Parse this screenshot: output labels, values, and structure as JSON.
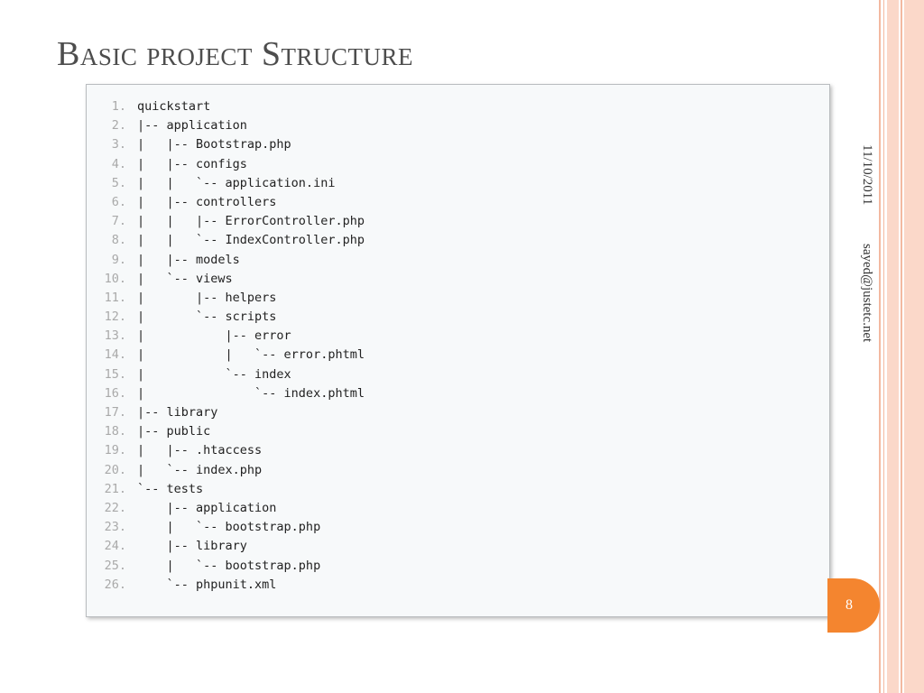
{
  "slide": {
    "title": "Basic project Structure",
    "date": "11/10/2011",
    "email": "sayed@justetc.net",
    "page_number": "8"
  },
  "code": {
    "lines": [
      {
        "num": "1.",
        "text": "quickstart"
      },
      {
        "num": "2.",
        "text": "|-- application"
      },
      {
        "num": "3.",
        "text": "|   |-- Bootstrap.php"
      },
      {
        "num": "4.",
        "text": "|   |-- configs"
      },
      {
        "num": "5.",
        "text": "|   |   `-- application.ini"
      },
      {
        "num": "6.",
        "text": "|   |-- controllers"
      },
      {
        "num": "7.",
        "text": "|   |   |-- ErrorController.php"
      },
      {
        "num": "8.",
        "text": "|   |   `-- IndexController.php"
      },
      {
        "num": "9.",
        "text": "|   |-- models"
      },
      {
        "num": "10.",
        "text": "|   `-- views"
      },
      {
        "num": "11.",
        "text": "|       |-- helpers"
      },
      {
        "num": "12.",
        "text": "|       `-- scripts"
      },
      {
        "num": "13.",
        "text": "|           |-- error"
      },
      {
        "num": "14.",
        "text": "|           |   `-- error.phtml"
      },
      {
        "num": "15.",
        "text": "|           `-- index"
      },
      {
        "num": "16.",
        "text": "|               `-- index.phtml"
      },
      {
        "num": "17.",
        "text": "|-- library"
      },
      {
        "num": "18.",
        "text": "|-- public"
      },
      {
        "num": "19.",
        "text": "|   |-- .htaccess"
      },
      {
        "num": "20.",
        "text": "|   `-- index.php"
      },
      {
        "num": "21.",
        "text": "`-- tests"
      },
      {
        "num": "22.",
        "text": "    |-- application"
      },
      {
        "num": "23.",
        "text": "    |   `-- bootstrap.php"
      },
      {
        "num": "24.",
        "text": "    |-- library"
      },
      {
        "num": "25.",
        "text": "    |   `-- bootstrap.php"
      },
      {
        "num": "26.",
        "text": "    `-- phpunit.xml"
      }
    ]
  },
  "colors": {
    "title": "#4d4d4d",
    "accent_orange": "#f4852f",
    "stripe_light": "#fbd8c9",
    "stripe_dark": "#f3b9a0",
    "code_background": "#f7f9fa",
    "line_number": "#a9a9a9"
  }
}
